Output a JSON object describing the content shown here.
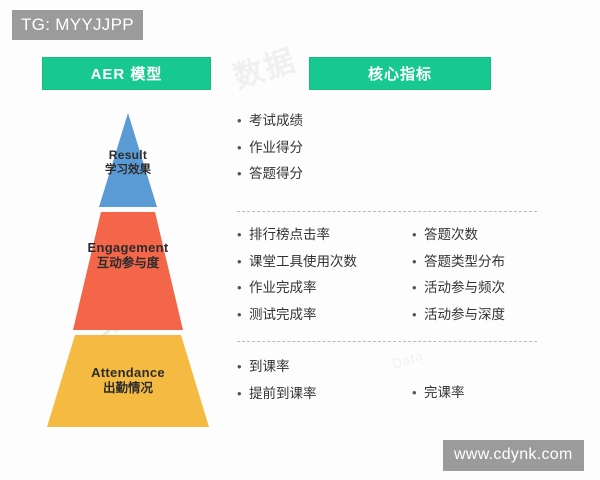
{
  "watermarks": {
    "top_tag": "TG: MYYJJPP",
    "site_tag": "www.cdynk.com",
    "background_cn": "数据",
    "background_en": "Data"
  },
  "headers": {
    "left": "AER 模型",
    "right": "核心指标"
  },
  "colors": {
    "green": "#17c98e",
    "blue": "#5b9bd5",
    "red": "#f4664a",
    "yellow": "#f5ba42",
    "tag_gray": "#9b9b9b",
    "text": "#333333"
  },
  "pyramid": {
    "tiers": [
      {
        "id": "result",
        "en": "Result",
        "cn": "学习效果",
        "color": "#5b9bd5"
      },
      {
        "id": "engagement",
        "en": "Engagement",
        "cn": "互动参与度",
        "color": "#f4664a"
      },
      {
        "id": "attendance",
        "en": "Attendance",
        "cn": "出勤情况",
        "color": "#f5ba42"
      }
    ]
  },
  "metrics": {
    "bullet_char": "•",
    "result": {
      "left": [
        "考试成绩",
        "作业得分",
        "答题得分"
      ],
      "right": []
    },
    "engagement": {
      "left": [
        "排行榜点击率",
        "课堂工具使用次数",
        "作业完成率",
        "测试完成率"
      ],
      "right": [
        "答题次数",
        "答题类型分布",
        "活动参与频次",
        "活动参与深度"
      ]
    },
    "attendance": {
      "left": [
        "到课率",
        "提前到课率"
      ],
      "right": [
        "完课率"
      ]
    }
  }
}
